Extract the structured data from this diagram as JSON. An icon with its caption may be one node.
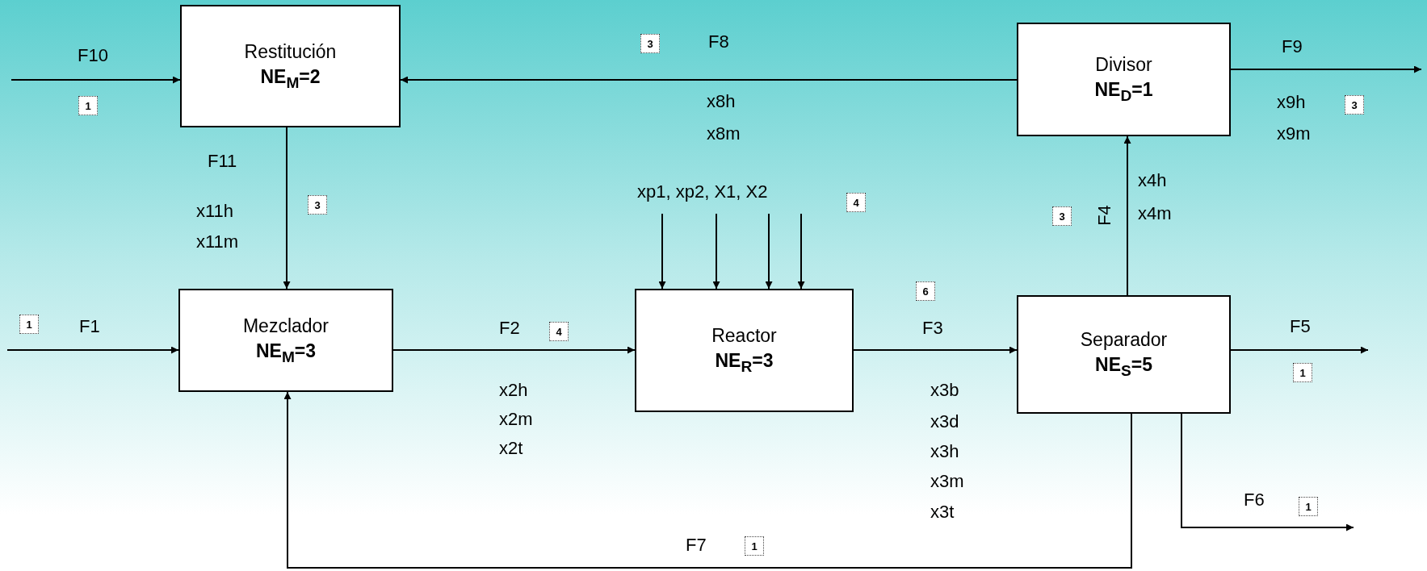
{
  "diagram": {
    "nodes": [
      {
        "text": [
          "Restitución",
          "NE$_{M}$=2"
        ]
      },
      {
        "text": [
          "Divisor",
          "NE$_{D}$=1"
        ]
      },
      {
        "text": [
          "Mezclador",
          "NE$_{M}$=3"
        ]
      },
      {
        "text": [
          "Reactor",
          "NE$_{R}$=3"
        ]
      },
      {
        "text": [
          "Separador",
          "NE$_{S}$=5"
        ]
      }
    ],
    "edges": [
      {
        "from": null,
        "to": 0,
        "arrow": "to",
        "label": "F10"
      },
      {
        "from": 1,
        "to": 0,
        "arrow": "to",
        "label": "F8"
      },
      {
        "from": 1,
        "to": null,
        "arrow": "to",
        "label": "F9"
      },
      {
        "from": 0,
        "to": 2,
        "arrow": "to",
        "label": "F11"
      },
      {
        "from": null,
        "to": 2,
        "arrow": "to",
        "label": "F1"
      },
      {
        "from": 2,
        "to": 3,
        "arrow": "to",
        "label": "F2"
      },
      {
        "from": null,
        "to": 3,
        "arrow": "to"
      },
      {
        "from": null,
        "to": 3,
        "arrow": "to"
      },
      {
        "from": null,
        "to": 3,
        "arrow": "to"
      },
      {
        "from": null,
        "to": 3,
        "arrow": "to"
      },
      {
        "from": 3,
        "to": 4,
        "arrow": "to",
        "label": "F3"
      },
      {
        "from": 4,
        "to": 1,
        "arrow": "to",
        "label": "F4"
      },
      {
        "from": 4,
        "to": null,
        "arrow": "to",
        "label": "F5"
      },
      {
        "from": 4,
        "to": null,
        "arrow": "to",
        "label": "F6"
      },
      {
        "from": 4,
        "to": 2,
        "arrow": "to",
        "label": "F7"
      }
    ],
    "labels": [
      "1",
      "3",
      "x8h",
      "x8m",
      "x9h",
      "3",
      "x9m",
      "x11h",
      "3",
      "x11m",
      "xp1, xp2, X1, X2",
      "4",
      "x4h",
      "3",
      "x4m",
      "6",
      "1",
      "4",
      "1",
      "x2h",
      "x2m",
      "x2t",
      "x3b",
      "x3d",
      "x3h",
      "x3m",
      "x3t",
      "1",
      "1"
    ]
  }
}
